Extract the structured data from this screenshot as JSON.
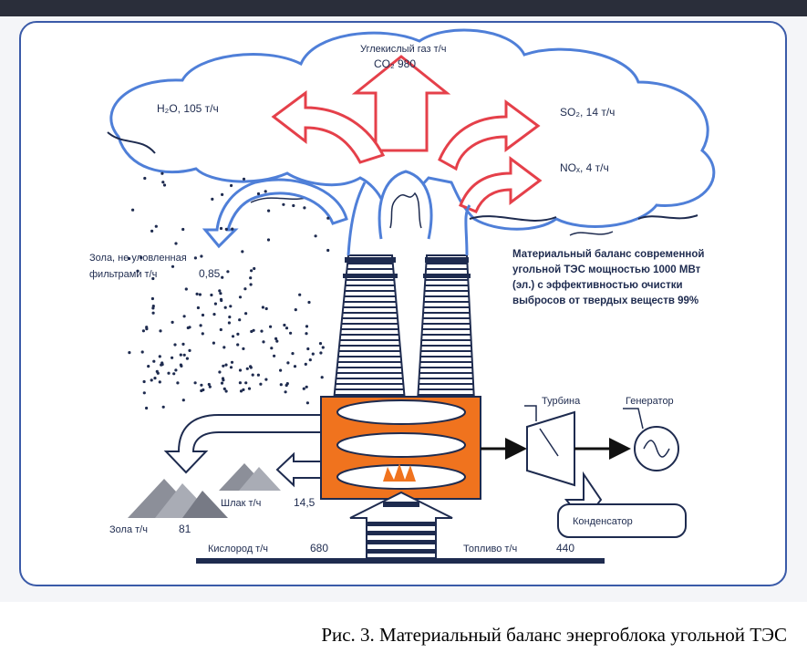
{
  "cloud_labels": {
    "co2_line1": "Углекислый газ т/ч",
    "co2_line2": "CO₂ 980",
    "h2o": "H₂O, 105 т/ч",
    "so2": "SO₂, 14 т/ч",
    "nox": "NOₓ, 4 т/ч"
  },
  "ash_escape": {
    "line1": "Зола, не уловленная",
    "line2": "фильтрами т/ч",
    "value": "0,85"
  },
  "note": {
    "lines": [
      "Материальный баланс современной",
      "угольной ТЭС мощностью 1000 МВт",
      "(эл.) с эффективностью очистки",
      "выбросов от твердых веществ 99%"
    ]
  },
  "equipment": {
    "turbine": "Турбина",
    "generator": "Генератор",
    "condenser": "Конденсатор"
  },
  "flows": {
    "slag_label": "Шлак т/ч",
    "slag_value": "14,5",
    "ash_label": "Зола т/ч",
    "ash_value": "81",
    "oxygen_label": "Кислород т/ч",
    "oxygen_value": "680",
    "fuel_label": "Топливо т/ч",
    "fuel_value": "440"
  },
  "caption": "Рис. 3. Материальный баланс энергоблока угольной ТЭС",
  "colors": {
    "cloud_outline": "#4f7fd8",
    "arrow_red": "#e5404a",
    "boiler_orange": "#f0731e",
    "ink": "#1e2b4f",
    "frame_blue": "#3a5aa8"
  }
}
